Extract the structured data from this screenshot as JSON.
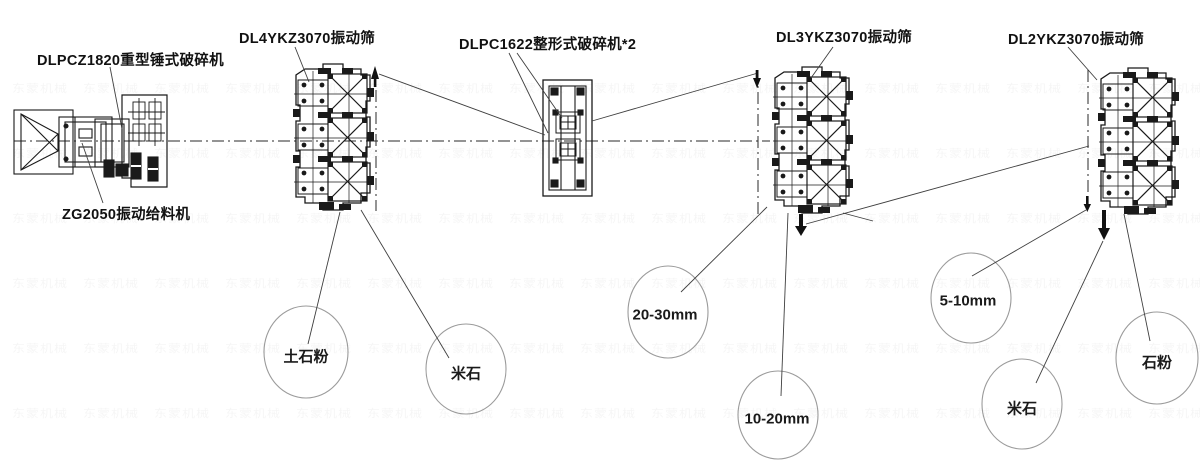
{
  "machines": [
    {
      "id": "hammer-crusher",
      "label": "DLPCZ1820重型锤式破碎机"
    },
    {
      "id": "feeder",
      "label": "ZG2050振动给料机"
    },
    {
      "id": "screen-4ykz",
      "label": "DL4YKZ3070振动筛"
    },
    {
      "id": "shaping-crusher",
      "label": "DLPC1622整形式破碎机*2"
    },
    {
      "id": "screen-3ykz",
      "label": "DL3YKZ3070振动筛"
    },
    {
      "id": "screen-2ykz",
      "label": "DL2YKZ3070振动筛"
    }
  ],
  "products": [
    {
      "id": "soil-stone-powder",
      "label": "土石粉"
    },
    {
      "id": "rice-stone-1",
      "label": "米石"
    },
    {
      "id": "size-20-30",
      "label": "20-30mm"
    },
    {
      "id": "size-10-20",
      "label": "10-20mm"
    },
    {
      "id": "size-5-10",
      "label": "5-10mm"
    },
    {
      "id": "rice-stone-2",
      "label": "米石"
    },
    {
      "id": "stone-powder",
      "label": "石粉"
    }
  ],
  "watermark": {
    "text": "东蒙机械"
  },
  "colors": {
    "machine_line": "#1a1a1a",
    "leader_line": "#3f3f3f",
    "circle_stroke": "#9b9b9b",
    "label_text": "#111111"
  }
}
